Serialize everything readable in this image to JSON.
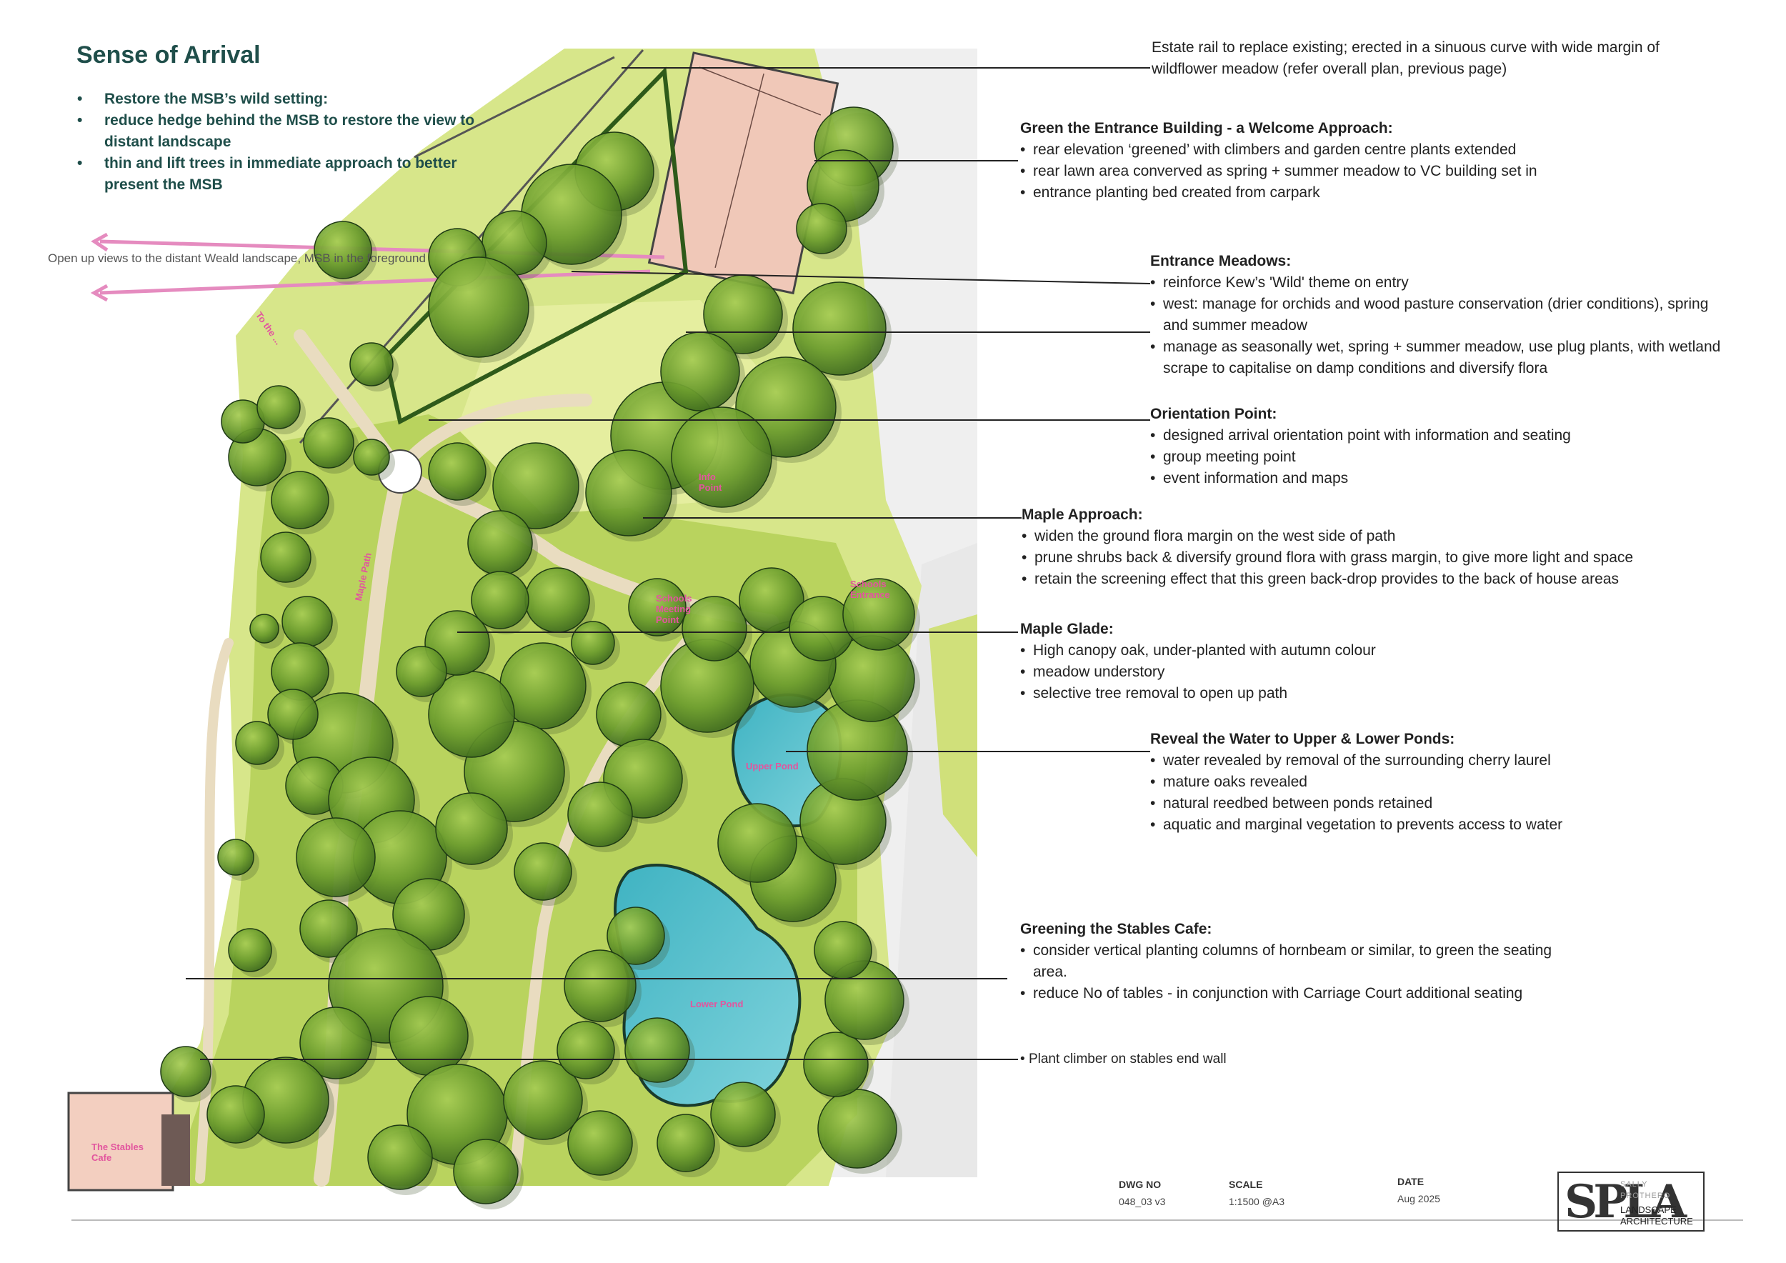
{
  "sense_of_arrival": {
    "title": "Sense of Arrival",
    "items": [
      "Restore the MSB’s wild setting:",
      "reduce hedge behind the MSB to restore the view to distant landscape",
      "thin and lift trees in immediate approach to better present the MSB"
    ]
  },
  "views_note": "Open up views to the distant Weald landscape, MSB in the foreground",
  "plan_labels": {
    "to_the": "To the ...",
    "maple_path": "Maple Path",
    "schools_meeting": "Schools Meeting Point",
    "schools_entrance": "Schools Entrance",
    "info_point": "Info Point",
    "upper_pond": "Upper Pond",
    "lower_pond": "Lower Pond",
    "stables_cafe": "The Stables Cafe"
  },
  "estate_rail": "Estate rail to replace existing; erected in a sinuous curve with wide margin of wildflower meadow (refer overall plan, previous page)",
  "annotations": [
    {
      "title": "Green the Entrance Building - a Welcome Approach:",
      "items": [
        "rear elevation ‘greened’ with climbers and garden centre plants extended",
        "rear lawn area converved as spring + summer meadow to VC building set in",
        "entrance planting bed created from carpark"
      ]
    },
    {
      "title": "Entrance Meadows:",
      "items": [
        "reinforce Kew’s 'Wild' theme on entry",
        "west: manage for orchids and wood pasture conservation (drier conditions), spring and summer meadow",
        "manage as seasonally wet, spring + summer  meadow, use plug plants, with wetland scrape to capitalise on damp conditions and diversify flora"
      ]
    },
    {
      "title": "Orientation Point:",
      "items": [
        "designed arrival orientation point with information and seating",
        "group meeting point",
        "event information and maps"
      ]
    },
    {
      "title": "Maple Approach:",
      "items": [
        "widen the ground flora margin on the west side of path",
        "prune shrubs back & diversify ground flora with grass margin, to give more light and space",
        "retain the screening effect that this green back-drop provides to the back of house areas"
      ]
    },
    {
      "title": "Maple Glade:",
      "items": [
        "High canopy oak, under-planted with autumn colour",
        "meadow understory",
        "selective tree removal to open up path"
      ]
    },
    {
      "title": "Reveal the Water to Upper & Lower Ponds:",
      "items": [
        "water revealed by removal of the surrounding cherry laurel",
        "mature oaks revealed",
        "natural reedbed between ponds retained",
        "aquatic and marginal vegetation to prevents access to water"
      ]
    },
    {
      "title": "Greening the Stables Cafe:",
      "items": [
        "consider vertical planting columns of hornbeam or similar, to green the seating area.",
        "reduce No of tables - in conjunction with Carriage Court additional seating"
      ]
    }
  ],
  "plant_climber": "Plant climber on stables end wall",
  "title_block": {
    "dwg_label": "DWG NO",
    "dwg_value": "048_03 v3",
    "scale_label": "SCALE",
    "scale_value": "1:1500 @A3",
    "date_label": "DATE",
    "date_value": "Aug 2025",
    "logo_line1": "SALLY",
    "logo_line2": "PROTHERO",
    "logo_line3": "LANDSCAPE",
    "logo_line4": "ARCHITECTURE"
  }
}
